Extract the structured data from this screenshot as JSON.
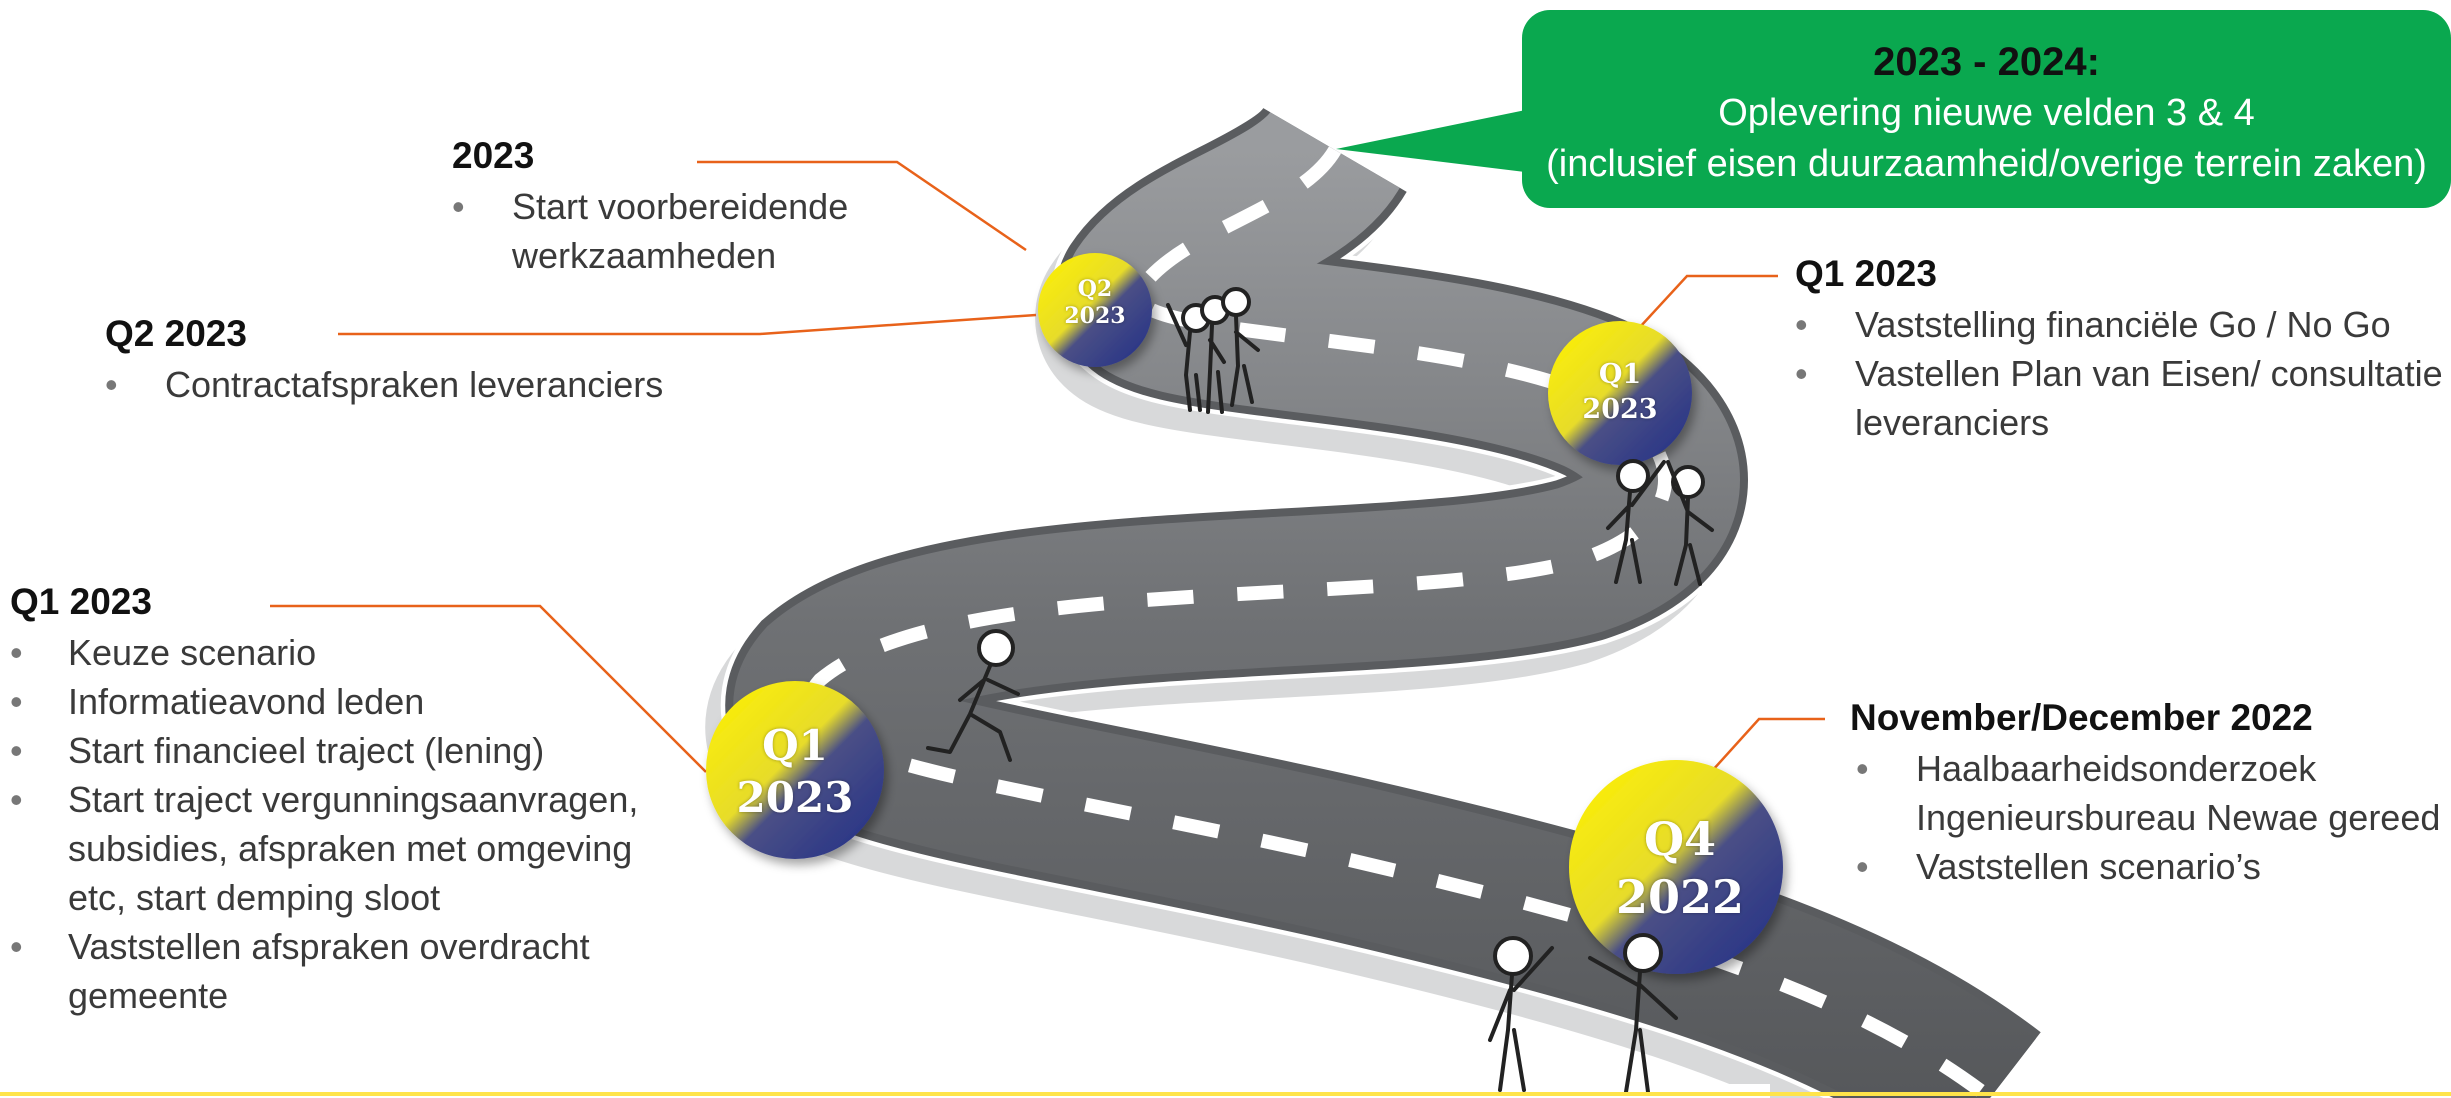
{
  "callout": {
    "title": "2023 - 2024:",
    "line1": "Oplevering nieuwe velden 3 & 4",
    "line2": "(inclusief eisen duurzaamheid/overige terrein zaken)"
  },
  "milestones": {
    "m_q2_2023": {
      "quarter": "Q2",
      "year": "2023"
    },
    "m_q1_2023_right": {
      "quarter": "Q1",
      "year": "2023"
    },
    "m_q1_2023_left": {
      "quarter": "Q1",
      "year": "2023"
    },
    "m_q4_2022": {
      "quarter": "Q4",
      "year": "2022"
    }
  },
  "blocks": {
    "top_2023": {
      "heading": "2023",
      "items": [
        "Start voorbereidende",
        "werkzaamheden"
      ]
    },
    "q2_2023": {
      "heading": "Q2 2023",
      "items": [
        "Contractafspraken leveranciers"
      ]
    },
    "q1_2023_right": {
      "heading": "Q1 2023",
      "items": [
        "Vaststelling financiële Go / No Go",
        "Vastellen Plan van Eisen/ consultatie",
        "leveranciers"
      ]
    },
    "q1_2023_left": {
      "heading": "Q1 2023",
      "items": [
        "Keuze scenario",
        "Informatieavond leden",
        "Start financieel traject (lening)",
        "Start traject vergunningsaanvragen,",
        "subsidies, afspraken met omgeving",
        "etc, start demping sloot",
        "Vaststellen afspraken overdracht",
        "gemeente"
      ]
    },
    "nov_dec_2022": {
      "heading": "November/December 2022",
      "items": [
        "Haalbaarheidsonderzoek",
        "Ingenieursbureau Newae gereed",
        "Vaststellen scenario’s"
      ]
    }
  },
  "colors": {
    "road": "#5f6163",
    "road_edge": "#ffffff",
    "callout": "#0aa84f",
    "connector": "#e8621a",
    "milestone_yellow": "#fff200",
    "milestone_blue": "#1f2d87",
    "bottom_rule": "#ffe44a"
  }
}
